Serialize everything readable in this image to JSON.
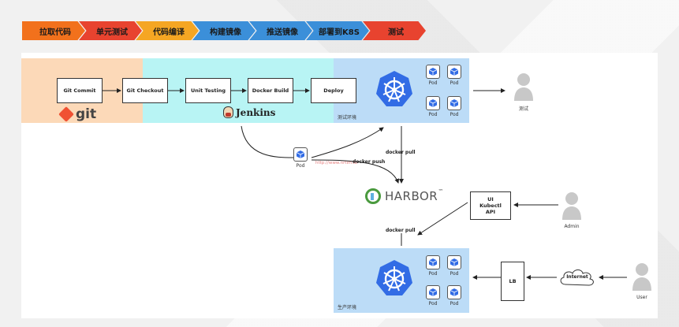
{
  "stages": [
    {
      "label": "拉取代码",
      "color": "#f2711c"
    },
    {
      "label": "单元测试",
      "color": "#e8432f"
    },
    {
      "label": "代码编译",
      "color": "#f5a623"
    },
    {
      "label": "构建镜像",
      "color": "#3b8fd9"
    },
    {
      "label": "推送镜像",
      "color": "#3b8fd9"
    },
    {
      "label": "部署到K8S",
      "color": "#3b8fd9"
    },
    {
      "label": "测试",
      "color": "#e8432f"
    }
  ],
  "pipeline": {
    "steps": [
      "Git Commit",
      "Git Checkout",
      "Unit Testing",
      "Docker Build",
      "Deploy"
    ],
    "git_logo": "git",
    "jenkins_logo": "Jenkins"
  },
  "test_env": {
    "label": "测试环境",
    "pods": [
      "Pod",
      "Pod",
      "Pod",
      "Pod"
    ]
  },
  "prod_env": {
    "label": "生产环境",
    "pods": [
      "Pod",
      "Pod",
      "Pod",
      "Pod"
    ]
  },
  "registry": {
    "name": "HARBOR",
    "trademark": "™",
    "watermark": "http://www.nrtim.io"
  },
  "flow": {
    "pod_label": "Pod",
    "docker_push": "docker push",
    "docker_pull_top": "docker pull",
    "docker_pull_bottom": "docker pull"
  },
  "access": {
    "ui_lines": [
      "UI",
      "Kubectl",
      "API"
    ],
    "lb": "LB",
    "internet": "Internet",
    "admin": "Admin",
    "user": "User",
    "tester": "测试"
  },
  "colors": {
    "git_zone": "#fcd9b8",
    "jenkins_zone": "#b8f4f4",
    "k8s_zone": "#bcdcf7",
    "k8s_blue": "#326ce5",
    "git_red": "#f05133"
  }
}
